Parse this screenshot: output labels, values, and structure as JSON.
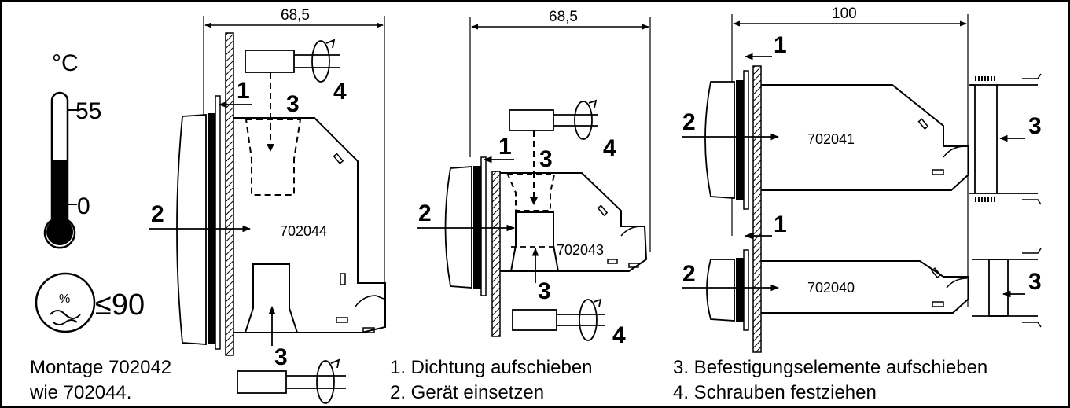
{
  "environment": {
    "temp_unit": "°C",
    "temp_max": "55",
    "temp_min": "0",
    "humidity_symbol": "%",
    "humidity_limit": "≤90"
  },
  "views": [
    {
      "dimension": "68,5",
      "model": "702044"
    },
    {
      "dimension": "68,5",
      "model": "702043"
    },
    {
      "dimension": "100",
      "models": [
        "702041",
        "702040"
      ]
    }
  ],
  "callouts": {
    "one": "1",
    "two": "2",
    "three": "3",
    "four": "4"
  },
  "notes": {
    "montage_line1": "Montage 702042",
    "montage_line2": "wie 702044."
  },
  "steps": [
    "1. Dichtung aufschieben",
    "2. Gerät einsetzen",
    "3. Befestigungselemente aufschieben",
    "4. Schrauben festziehen"
  ],
  "colors": {
    "line": "#000000",
    "background": "#ffffff"
  }
}
